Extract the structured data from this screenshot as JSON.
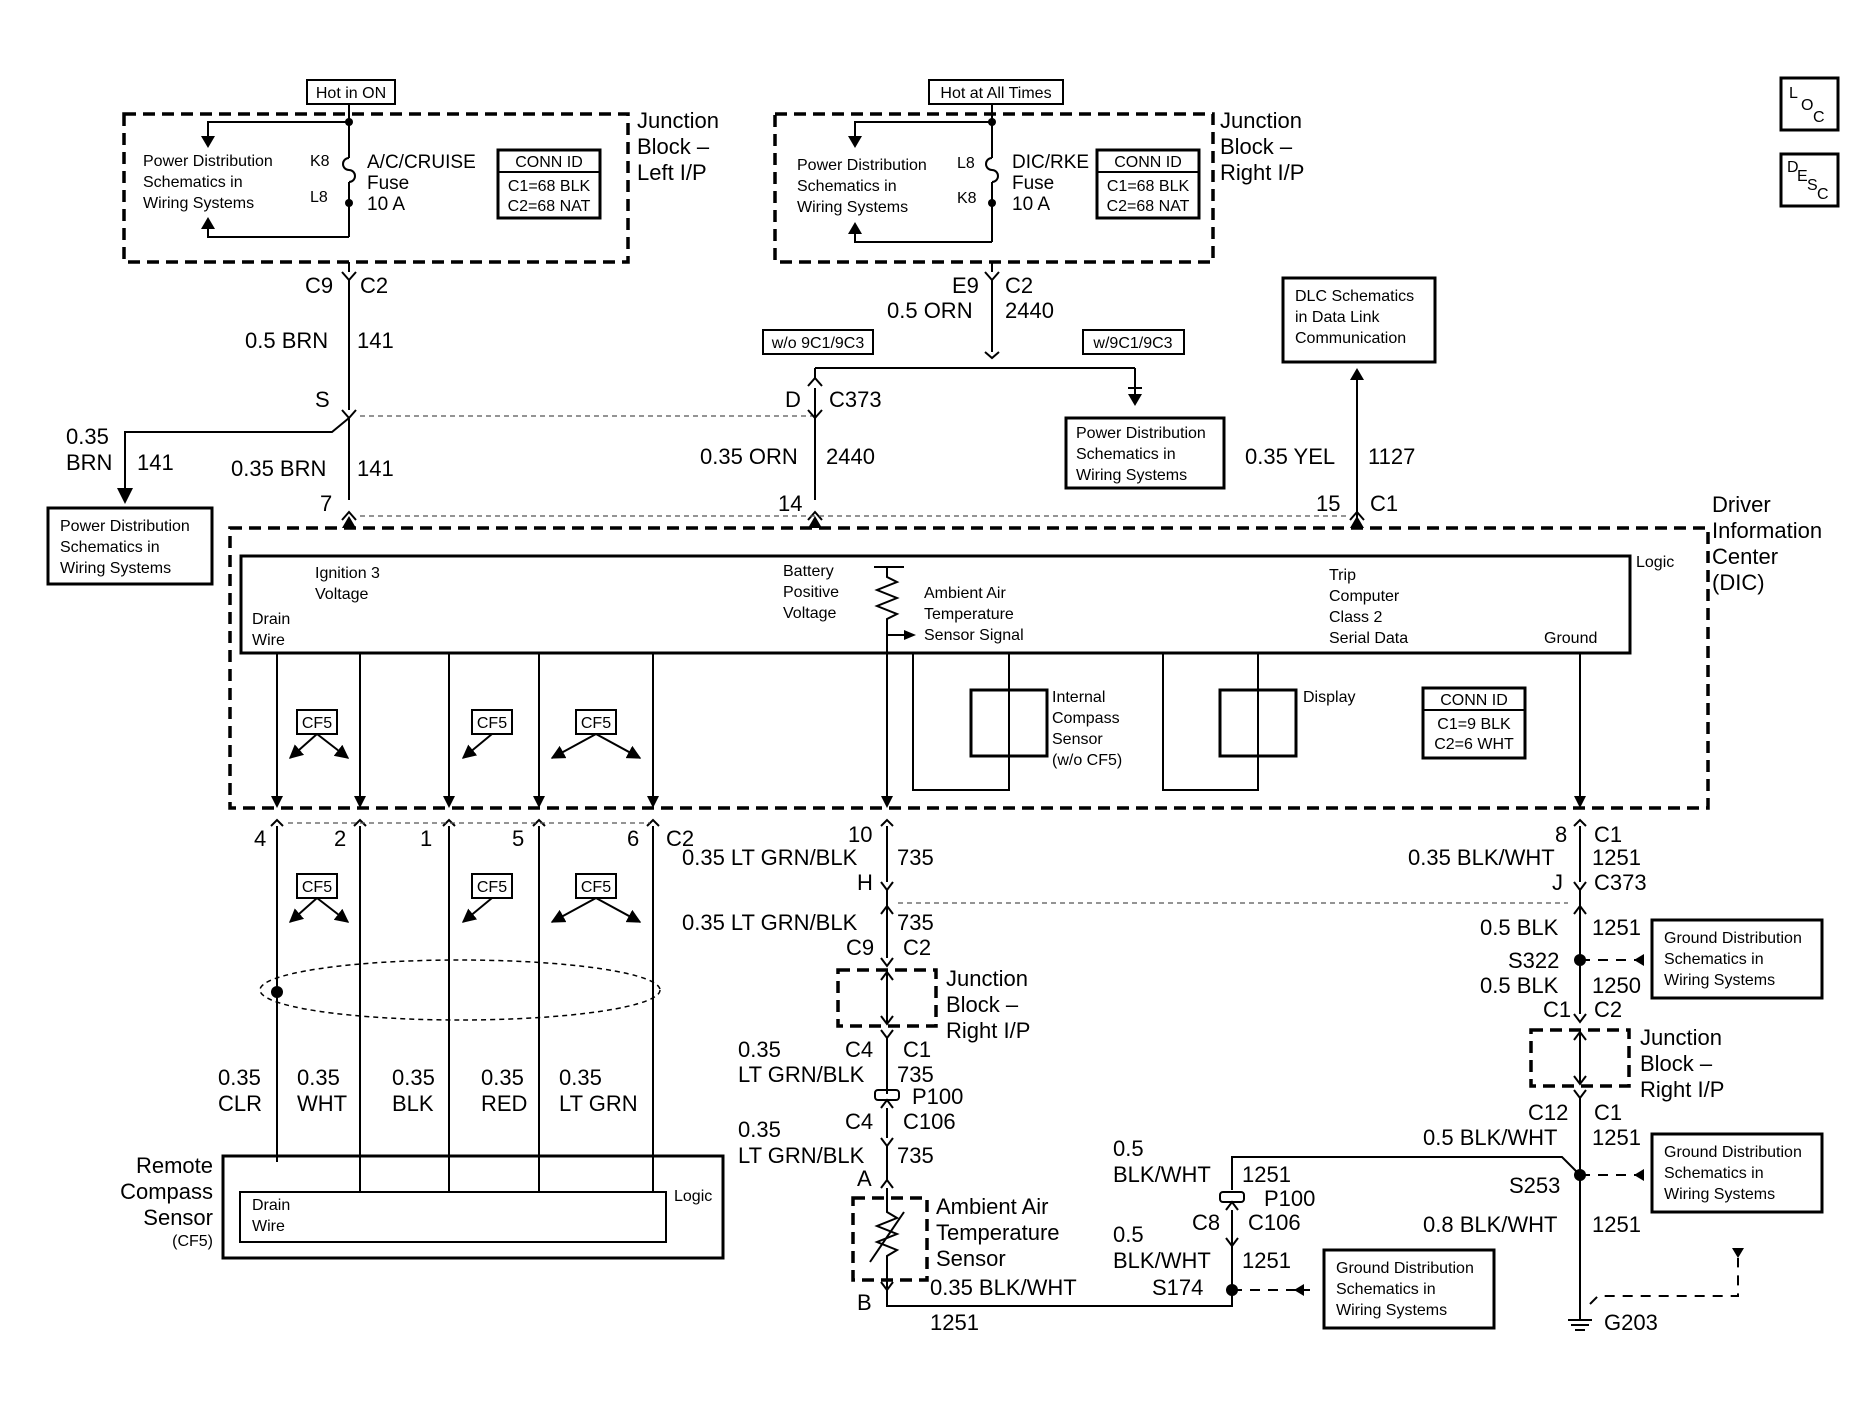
{
  "labels": {
    "hot_in_on": "Hot in ON",
    "hot_at_all_times": "Hot at All Times",
    "loc": [
      "L",
      "O",
      "C"
    ],
    "desc": [
      "D",
      "E",
      "S",
      "C"
    ],
    "jb_left": [
      "Junction",
      "Block –",
      "Left I/P"
    ],
    "jb_right": [
      "Junction",
      "Block –",
      "Right I/P"
    ],
    "pwr_dist": [
      "Power Distribution",
      "Schematics in",
      "Wiring Systems"
    ],
    "gnd_dist": [
      "Ground Distribution",
      "Schematics in",
      "Wiring Systems"
    ],
    "dlc": [
      "DLC Schematics",
      "in Data Link",
      "Communication"
    ],
    "conn_id_title": "CONN ID",
    "conn_jb": [
      "C1=68 BLK",
      "C2=68 NAT"
    ],
    "conn_dic": [
      "C1=9 BLK",
      "C2=6 WHT"
    ],
    "fuse_left": [
      "A/C/CRUISE",
      "Fuse",
      "10 A"
    ],
    "fuse_right": [
      "DIC/RKE",
      "Fuse",
      "10 A"
    ],
    "k8": "K8",
    "l8": "L8",
    "dic_name": [
      "Driver",
      "Information",
      "Center",
      "(DIC)"
    ],
    "logic": "Logic",
    "ign3": [
      "Ignition 3",
      "Voltage"
    ],
    "drain_wire": [
      "Drain",
      "Wire"
    ],
    "batt_pos": [
      "Battery",
      "Positive",
      "Voltage"
    ],
    "ambient_sig": [
      "Ambient Air",
      "Temperature",
      "Sensor Signal"
    ],
    "trip": [
      "Trip",
      "Computer",
      "Class 2",
      "Serial Data"
    ],
    "ground": "Ground",
    "int_compass": [
      "Internal",
      "Compass",
      "Sensor",
      "(w/o CF5)"
    ],
    "display": "Display",
    "cf5": "CF5",
    "wo_9c1": "w/o 9C1/9C3",
    "w_9c1": "w/9C1/9C3",
    "remote_compass": [
      "Remote",
      "Compass",
      "Sensor",
      "(CF5)"
    ],
    "ambient_sensor": [
      "Ambient Air",
      "Temperature",
      "Sensor"
    ],
    "wires": {
      "c9": "C9",
      "c2": "C2",
      "e9": "E9",
      "c1": "C1",
      "brn05": "0.5 BRN",
      "n141": "141",
      "s": "S",
      "brn035a": "0.35",
      "brn035b": "BRN",
      "brn035": "0.35 BRN",
      "n7": "7",
      "orn05": "0.5 ORN",
      "n2440": "2440",
      "d": "D",
      "c373": "C373",
      "orn035": "0.35 ORN",
      "n14": "14",
      "yel035": "0.35 YEL",
      "n1127": "1127",
      "n15": "15",
      "n4": "4",
      "n2": "2",
      "n1": "1",
      "n5": "5",
      "n6": "6",
      "n10": "10",
      "ltgrnblk035": "0.35 LT GRN/BLK",
      "n735": "735",
      "h": "H",
      "n8": "8",
      "blkwht035": "0.35 BLK/WHT",
      "n1251": "1251",
      "j": "J",
      "blk05": "0.5 BLK",
      "s322": "S322",
      "n1250": "1250",
      "c4": "C4",
      "p100": "P100",
      "c106": "C106",
      "ga035": "0.35",
      "ltgrnblk": "LT GRN/BLK",
      "a": "A",
      "b": "B",
      "c12": "C12",
      "blkwht05": "0.5 BLK/WHT",
      "s253": "S253",
      "blkwht08": "0.8 BLK/WHT",
      "g203": "G203",
      "ga05": "0.5",
      "blkwht": "BLK/WHT",
      "c8": "C8",
      "s174": "S174"
    },
    "compass_wires": [
      {
        "gauge": "0.35",
        "color": "CLR"
      },
      {
        "gauge": "0.35",
        "color": "WHT"
      },
      {
        "gauge": "0.35",
        "color": "BLK"
      },
      {
        "gauge": "0.35",
        "color": "RED"
      },
      {
        "gauge": "0.35",
        "color": "LT GRN"
      }
    ]
  }
}
